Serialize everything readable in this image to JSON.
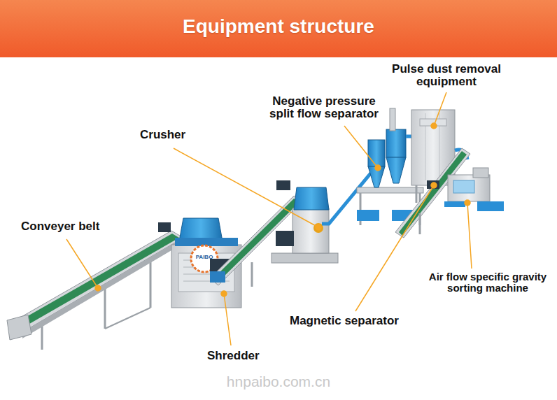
{
  "diagram": {
    "title": "Equipment structure",
    "labels": [
      "Pulse dust removal equipment",
      "Negative pressure split flow separator",
      "Crusher",
      "Conveyer belt",
      "Air flow specific gravity sorting machine",
      "Magnetic separator",
      "Shredder",
      "PAIBO",
      "hnpaibo.com.cn"
    ]
  }
}
